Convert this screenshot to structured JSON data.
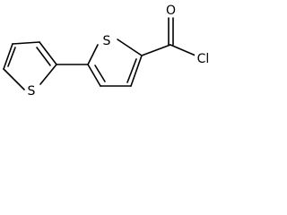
{
  "structure": {
    "atoms": {
      "o_carbonyl": "O",
      "s_left_ring": "S",
      "s_center_ring": "S",
      "cl": "Cl"
    }
  },
  "colors": {
    "bond": "#000000",
    "background": "#ffffff"
  }
}
